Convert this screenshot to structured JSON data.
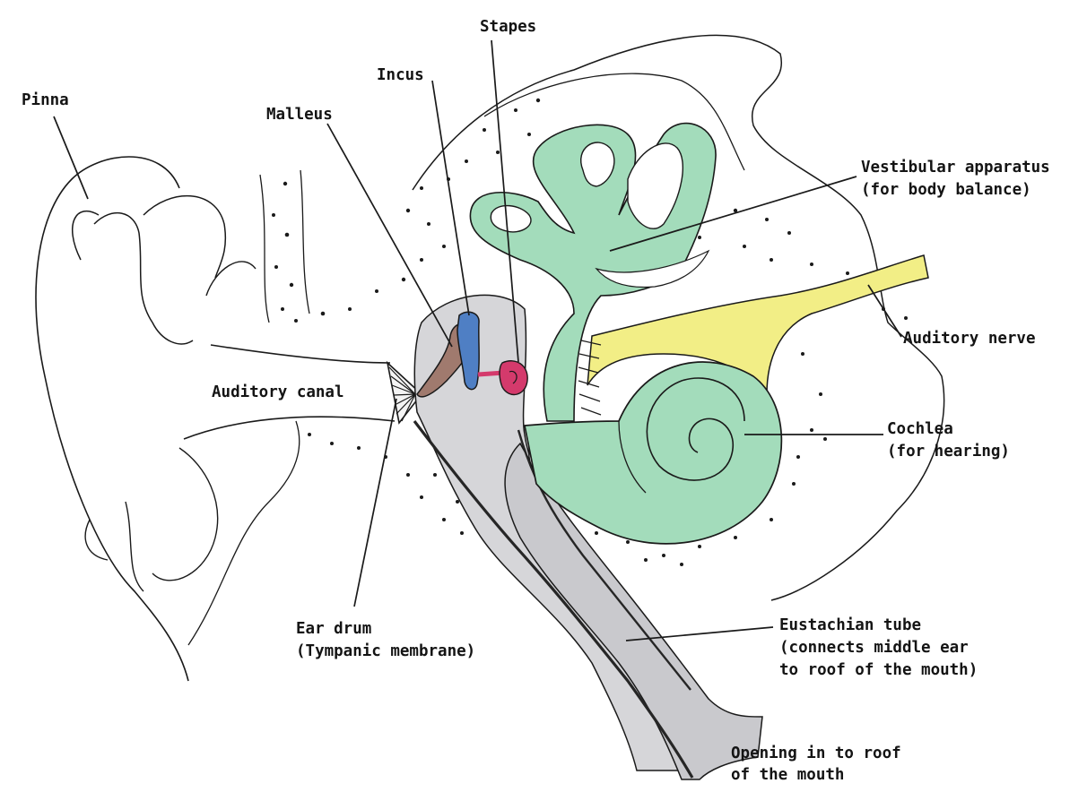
{
  "labels": {
    "pinna": "Pinna",
    "malleus": "Malleus",
    "incus": "Incus",
    "stapes": "Stapes",
    "vestibular_line1": "Vestibular apparatus",
    "vestibular_line2": "(for body balance)",
    "auditory_nerve": "Auditory nerve",
    "auditory_canal": "Auditory canal",
    "cochlea_line1": "Cochlea",
    "cochlea_line2": "(for hearing)",
    "ear_drum_line1": "Ear drum",
    "ear_drum_line2": "(Tympanic membrane)",
    "eustachian_line1": "Eustachian tube",
    "eustachian_line2": "(connects middle ear",
    "eustachian_line3": "to roof of the mouth)",
    "opening_line1": "Opening in to roof",
    "opening_line2": "of the mouth"
  },
  "colors": {
    "outline": "#1a1a1a",
    "malleus": "#a07a6e",
    "incus": "#4f7fc4",
    "stapes": "#d43a6c",
    "vestibular": "#9ed9b6",
    "cochlea": "#9ed9b6",
    "nerve": "#f2ee86",
    "middle_ear_cavity": "#d3d3d6",
    "eustachian_tube": "#c8c8cc"
  }
}
